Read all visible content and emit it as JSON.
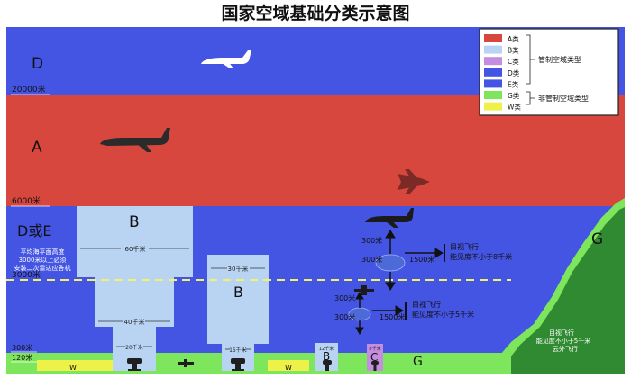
{
  "title": "国家空域基础分类示意图",
  "colors": {
    "class_a": "#d8473e",
    "class_d": "#4455e3",
    "class_b": "#b9d4f3",
    "class_c": "#c58de0",
    "class_g": "#7ee65c",
    "class_w": "#eef14a",
    "mountain": "#2f8a32",
    "dashed_line": "#f3f06a"
  },
  "zones": {
    "d_upper": "D",
    "a": "A",
    "d_or_e": "D或E",
    "b_large": "B",
    "b_medium": "B",
    "b_small": "B",
    "c": "C",
    "g_bottom": "G",
    "g_right": "G",
    "w1": "W",
    "w2": "W"
  },
  "altitudes": {
    "a20000": "20000米",
    "a6000": "6000米",
    "a3000": "3000米",
    "a300": "300米",
    "a120": "120米"
  },
  "note_3000": [
    "平均海平面高度",
    "3000米以上必须",
    "安装二次雷达应答机"
  ],
  "b_dims": {
    "large_top": "60千米",
    "large_mid": "40千米",
    "large_bottom": "20千米",
    "medium_top": "30千米",
    "medium_bottom": "15千米",
    "small_top": "12千米",
    "c_top": "8千米"
  },
  "vfr": {
    "upper": {
      "above": "300米",
      "below": "300米",
      "distance": "1500米",
      "line1": "目视飞行",
      "line2": "能见度不小于8千米"
    },
    "lower": {
      "above": "300米",
      "below": "300米",
      "distance": "1500米",
      "line1": "目视飞行",
      "line2": "能见度不小于5千米"
    },
    "mountain": {
      "line1": "目视飞行",
      "line2": "能见度不小于5千米",
      "line3": "云外飞行"
    }
  },
  "legend": {
    "items": [
      {
        "label": "A类",
        "color": "#d8473e"
      },
      {
        "label": "B类",
        "color": "#b9d4f3"
      },
      {
        "label": "C类",
        "color": "#c58de0"
      },
      {
        "label": "D类",
        "color": "#4455e3"
      },
      {
        "label": "E类",
        "color": "#4455e3"
      },
      {
        "label": "G类",
        "color": "#7ee65c"
      },
      {
        "label": "W类",
        "color": "#eef14a"
      }
    ],
    "controlled": "管制空域类型",
    "uncontrolled": "非管制空域类型"
  }
}
